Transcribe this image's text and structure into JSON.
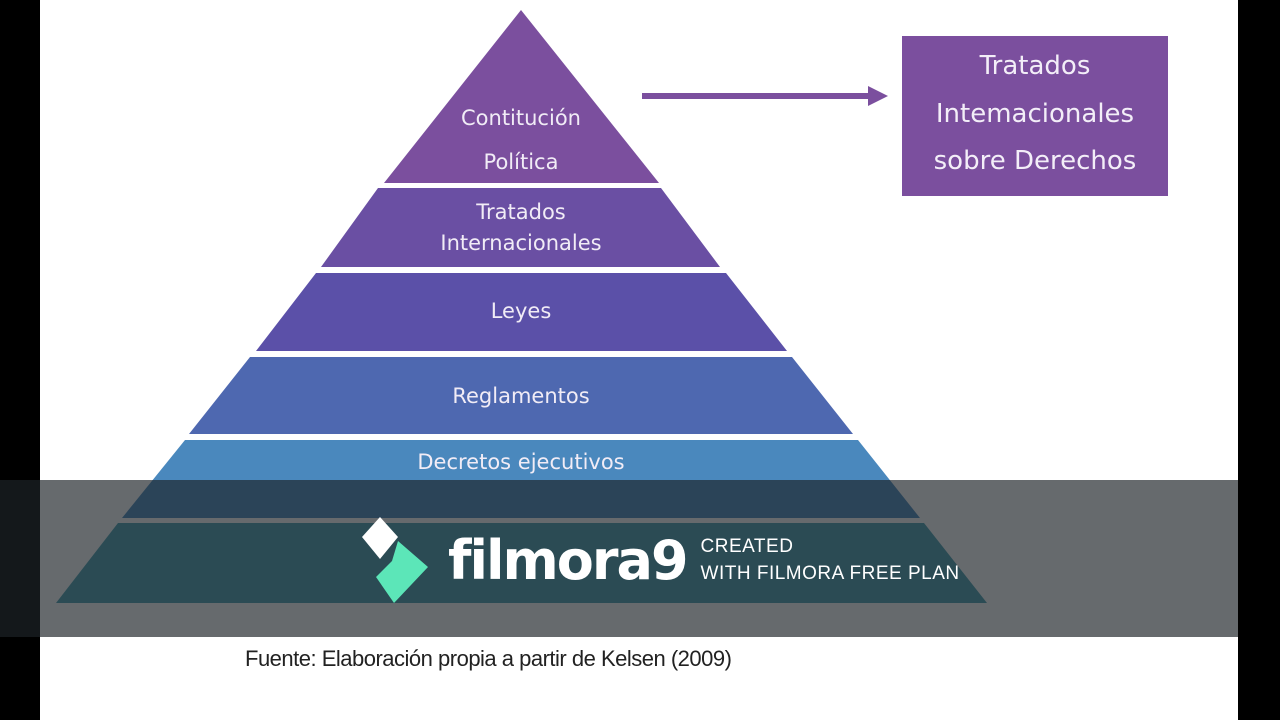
{
  "pyramid": {
    "levels": [
      {
        "line1": "Contitución",
        "line2": "Política",
        "color": "#7b4f9e"
      },
      {
        "line1": "Tratados",
        "line2": "Internacionales",
        "color": "#6a4fa3"
      },
      {
        "line1": "Leyes",
        "color": "#5b50a8"
      },
      {
        "line1": "Reglamentos",
        "color": "#4e68b0"
      },
      {
        "line1": "Decretos ejecutivos",
        "color": "#4a88bd"
      },
      {
        "color": "#49a0b2"
      }
    ]
  },
  "side_box": {
    "line1": "Tratados",
    "line2": "Intemacionales",
    "line3": "sobre Derechos",
    "color": "#7b4f9e"
  },
  "source": "Fuente: Elaboración propia a partir de Kelsen (2009)",
  "watermark": {
    "brand": "filmora9",
    "line1": "CREATED",
    "line2": "WITH FILMORA FREE PLAN",
    "accent": "#5ce6b8"
  }
}
